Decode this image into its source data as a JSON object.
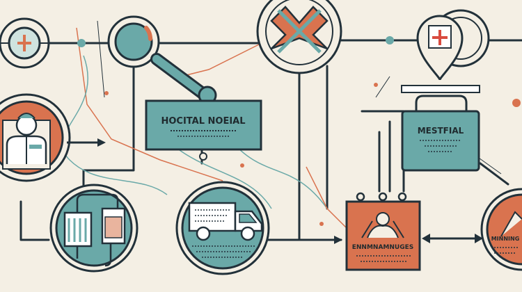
{
  "colors": {
    "background": "#f4efe4",
    "teal": "#6aa9a8",
    "teal_dark": "#4f8f8e",
    "orange": "#d9734f",
    "line": "#22313a",
    "paper": "#ffffff",
    "red_cross": "#d94b3f"
  },
  "labels": {
    "hospital_sign": "HOCITAL NOEIAL",
    "medical_kit": "MESTFIAL",
    "team_box": "ENNMNAMNUGES",
    "right_circle": "MINNING"
  },
  "icons": [
    "target-icon",
    "magnifier-icon",
    "crossed-tools-icon",
    "medical-pin-icon",
    "doctor-icon",
    "medical-kit-icon",
    "lab-equipment-icon",
    "delivery-van-icon",
    "team-icon"
  ]
}
